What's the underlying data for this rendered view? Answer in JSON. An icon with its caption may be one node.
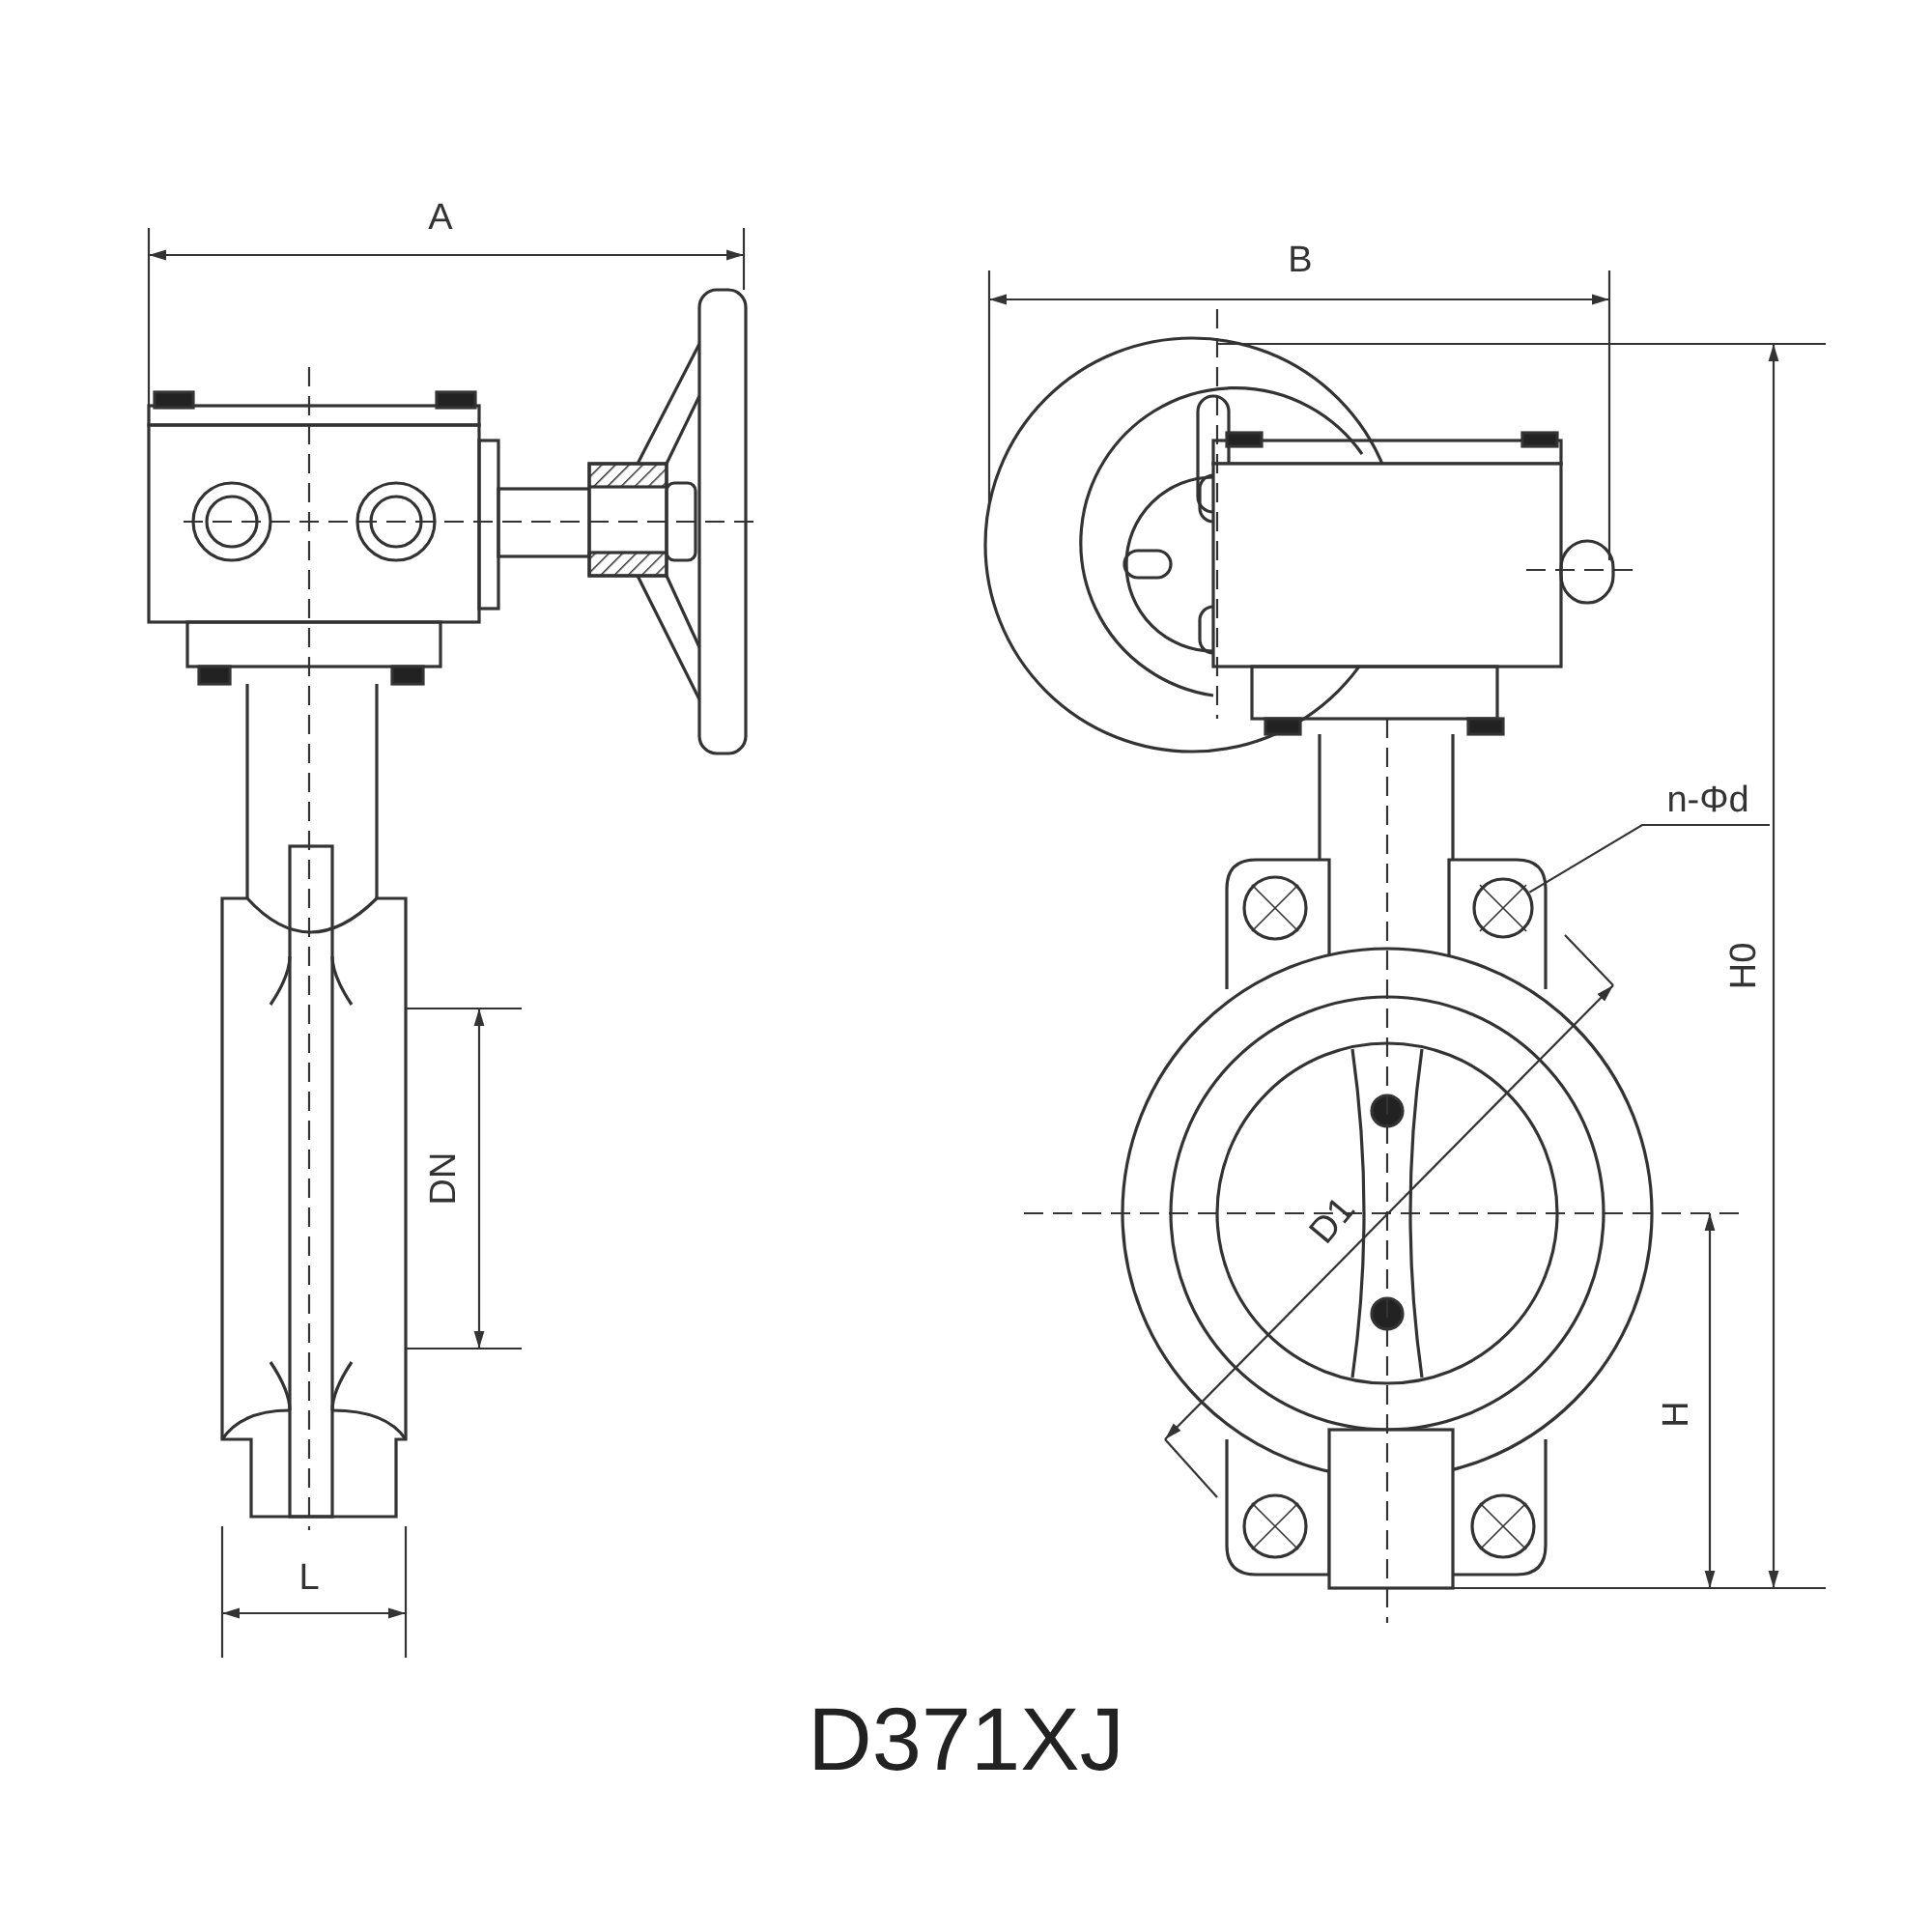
{
  "diagram": {
    "title": "D371XJ",
    "nodes": [
      {
        "text": [
          "n-Φd"
        ]
      },
      {
        "text": [],
        "shape": "circle"
      }
    ],
    "edges": [
      {
        "from": 0,
        "to": 1,
        "arrow": "none"
      }
    ],
    "labels": [
      "A",
      "B",
      "H0",
      "DN",
      "D1",
      "H",
      "L"
    ]
  }
}
